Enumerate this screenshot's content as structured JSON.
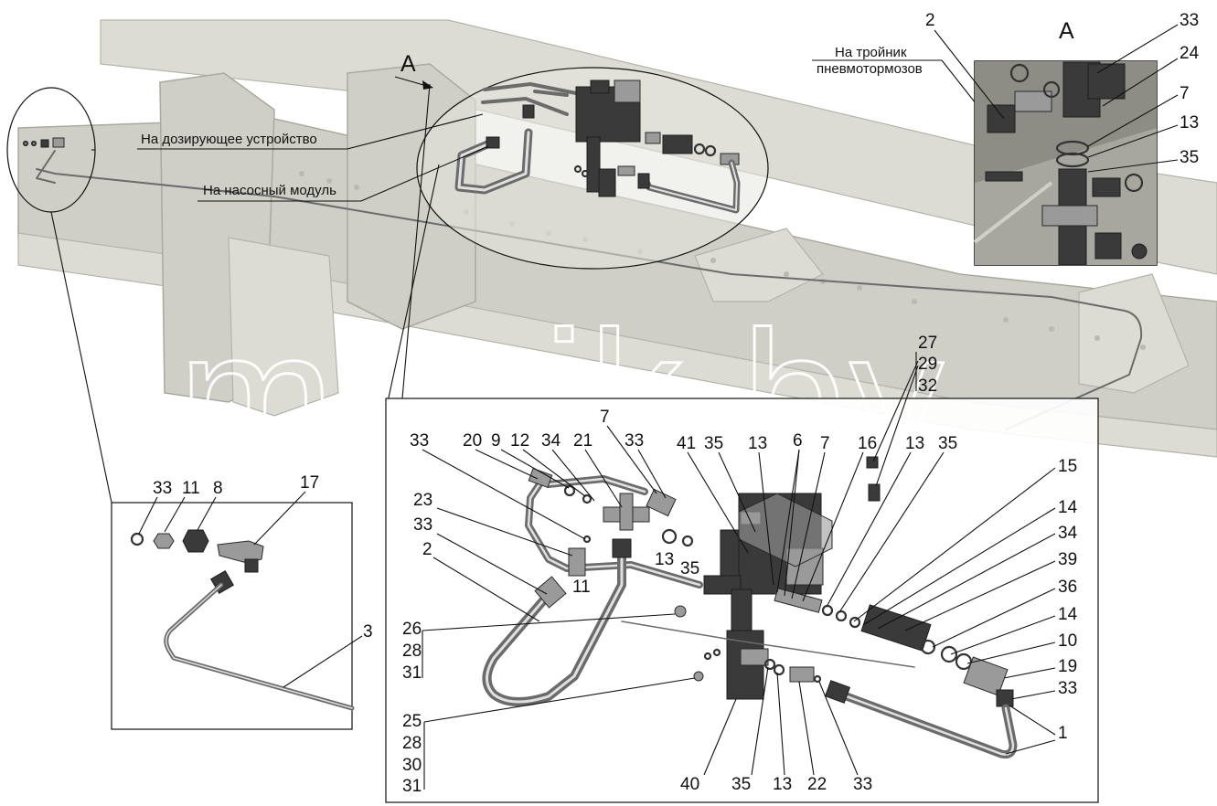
{
  "view_letter": "А",
  "notes": {
    "dosing": "На дозирующее устройство",
    "pump": "На насосный модуль",
    "tee_line1": "На тройник",
    "tee_line2": "пневмотормозов"
  },
  "watermark": "mazik.by",
  "inset_a_labels": [
    "2",
    "33",
    "24",
    "7",
    "13",
    "35"
  ],
  "left_inset_labels": [
    "33",
    "11",
    "8",
    "17",
    "3"
  ],
  "main_labels": {
    "top_row": [
      "33",
      "20",
      "9",
      "12",
      "34",
      "21",
      "7",
      "33",
      "41",
      "35",
      "13",
      "6",
      "7",
      "16",
      "13",
      "35"
    ],
    "top_right_stack": [
      "27",
      "29",
      "32"
    ],
    "right_column": [
      "15",
      "14",
      "34",
      "39",
      "36",
      "14",
      "10",
      "19",
      "33",
      "1"
    ],
    "left_column": [
      "23",
      "33",
      "2",
      "11",
      "13",
      "35"
    ],
    "group_a": [
      "26",
      "28",
      "31"
    ],
    "group_b": [
      "25",
      "28",
      "30",
      "31"
    ],
    "bottom_row": [
      "40",
      "35",
      "13",
      "22",
      "33"
    ]
  }
}
